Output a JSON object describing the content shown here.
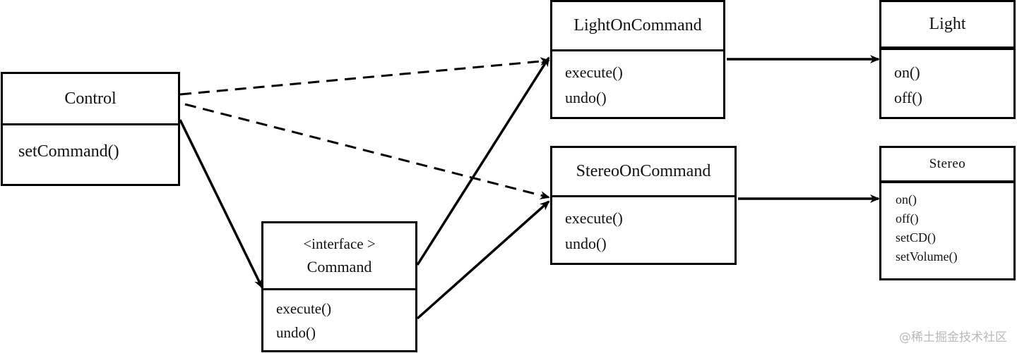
{
  "classes": {
    "control": {
      "name": "Control",
      "methods": [
        "setCommand()"
      ]
    },
    "command": {
      "stereotype": "<interface >",
      "name": "Command",
      "methods": [
        "execute()",
        "undo()"
      ]
    },
    "lightoncommand": {
      "name": "LightOnCommand",
      "methods": [
        "execute()",
        "undo()"
      ]
    },
    "stereooncommand": {
      "name": "StereoOnCommand",
      "methods": [
        "execute()",
        "undo()"
      ]
    },
    "light": {
      "name": "Light",
      "methods": [
        "on()",
        "off()"
      ]
    },
    "stereo": {
      "name": "Stereo",
      "methods": [
        "on()",
        "off()",
        "setCD()",
        "setVolume()"
      ]
    }
  },
  "relations": [
    {
      "from": "Control",
      "to": "LightOnCommand",
      "style": "dashed"
    },
    {
      "from": "Control",
      "to": "StereoOnCommand",
      "style": "dashed"
    },
    {
      "from": "Control",
      "to": "Command",
      "style": "solid"
    },
    {
      "from": "Command",
      "to": "LightOnCommand",
      "style": "solid"
    },
    {
      "from": "Command",
      "to": "StereoOnCommand",
      "style": "solid"
    },
    {
      "from": "LightOnCommand",
      "to": "Light",
      "style": "solid"
    },
    {
      "from": "StereoOnCommand",
      "to": "Stereo",
      "style": "solid"
    }
  ],
  "watermark": "@稀土掘金技术社区",
  "colors": {
    "line": "#000000",
    "watermark": "#b9b9b9"
  }
}
